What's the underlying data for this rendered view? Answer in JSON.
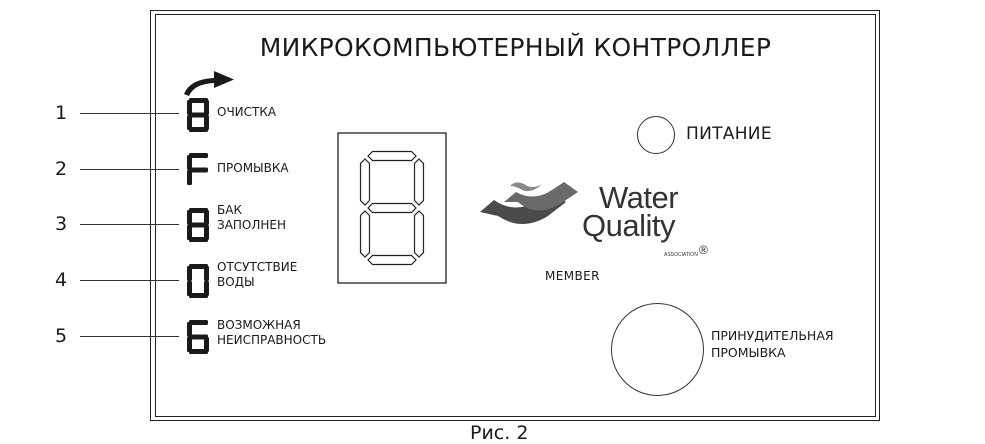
{
  "panel": {
    "title": "МИКРОКОМПЬЮТЕРНЫЙ КОНТРОЛЛЕР"
  },
  "indicators": [
    {
      "number": "1",
      "line1": "ОЧИСТКА",
      "line2": "",
      "segments": "abcdefg"
    },
    {
      "number": "2",
      "line1": "ПРОМЫВКА",
      "line2": "",
      "segments": "aefg"
    },
    {
      "number": "3",
      "line1": "БАК",
      "line2": "ЗАПОЛНЕН",
      "segments": "abcdefg"
    },
    {
      "number": "4",
      "line1": "ОТСУТСТВИЕ",
      "line2": "ВОДЫ",
      "segments": "abcdef"
    },
    {
      "number": "5",
      "line1": "ВОЗМОЖНАЯ",
      "line2": "НЕИСПРАВНОСТЬ",
      "segments": "acdefg"
    }
  ],
  "display": {
    "segments": "abcdefg"
  },
  "logo": {
    "word1": "Water",
    "word2": "Quality",
    "association": "ASSOCIATION",
    "registered": "®",
    "member": "MEMBER"
  },
  "power": {
    "label": "ПИТАНИЕ"
  },
  "forced_flush": {
    "line1": "ПРИНУДИТЕЛЬНАЯ",
    "line2": "ПРОМЫВКА"
  },
  "caption": "Рис. 2",
  "colors": {
    "line": "#222222",
    "arrow": "#1a1a1a"
  }
}
